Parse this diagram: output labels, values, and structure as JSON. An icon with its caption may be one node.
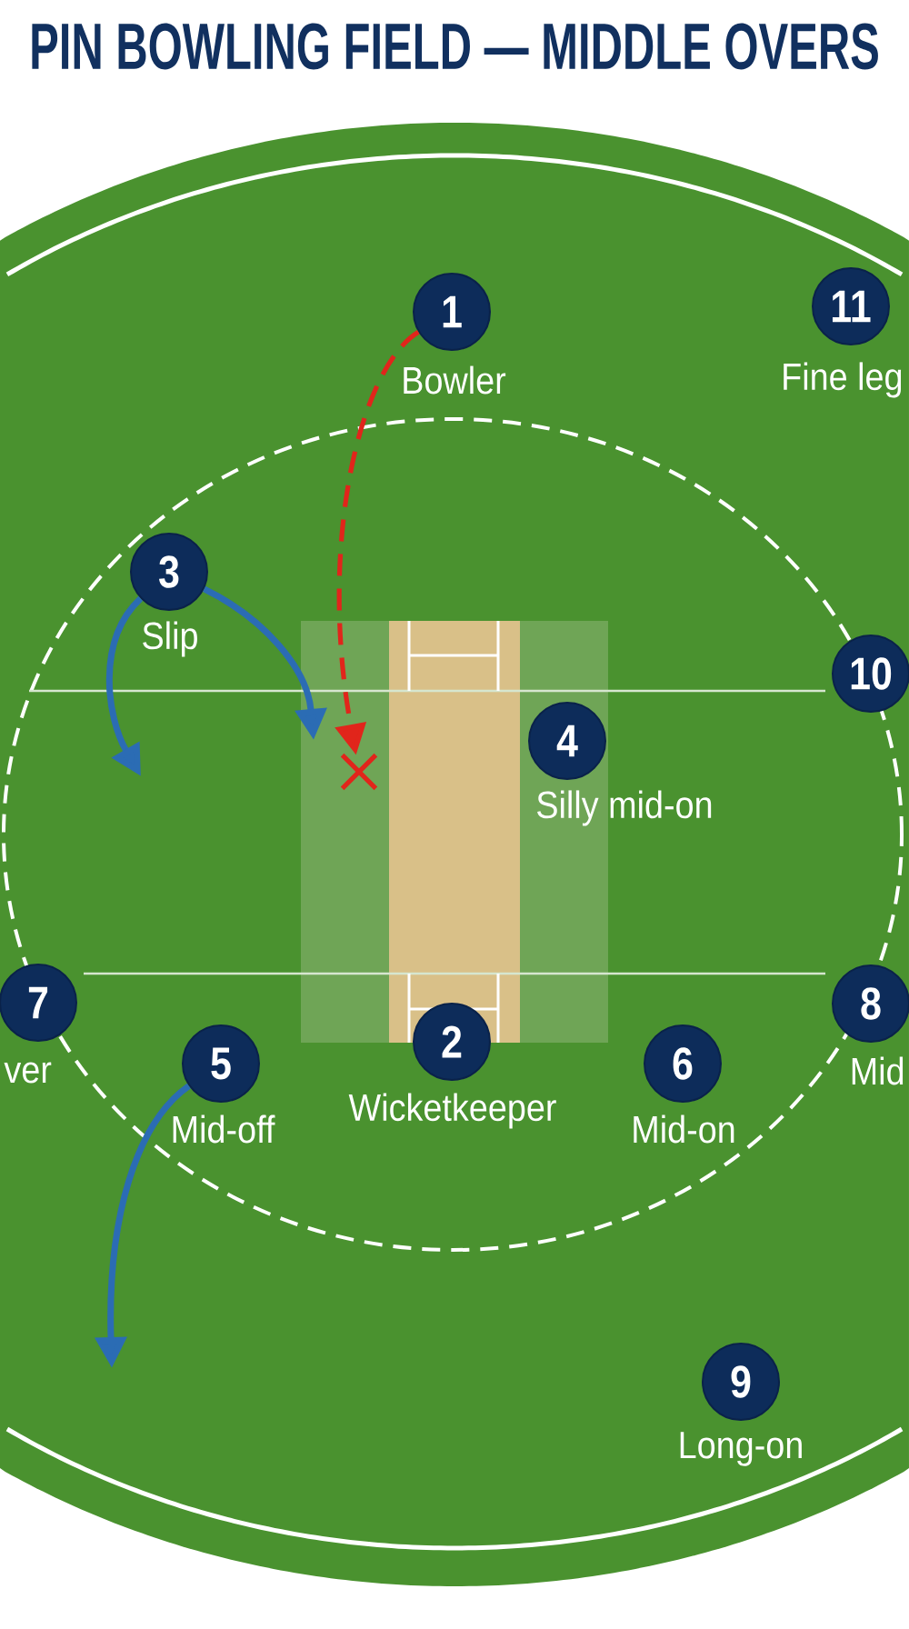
{
  "diagram": {
    "title": "PIN BOWLING FIELD — MIDDLE OVERS",
    "nodes": [
      {
        "text": [
          "1"
        ],
        "beside": [
          "Bowler"
        ]
      },
      {
        "text": [
          "11"
        ],
        "beside": [
          "Fine leg"
        ]
      },
      {
        "text": [
          "3"
        ],
        "beside": [
          "Slip"
        ]
      },
      {
        "text": [
          "10"
        ]
      },
      {
        "text": [
          "4"
        ],
        "beside": [
          "Silly mid-on"
        ]
      },
      {
        "text": [],
        "shape": "cross"
      },
      {
        "text": [
          "7"
        ],
        "beside": [
          "ver"
        ]
      },
      {
        "text": [
          "8"
        ],
        "beside": [
          "Mid"
        ]
      },
      {
        "text": [
          "2"
        ],
        "beside": [
          "Wicketkeeper"
        ]
      },
      {
        "text": [
          "5"
        ],
        "beside": [
          "Mid-off"
        ]
      },
      {
        "text": [
          "6"
        ],
        "beside": [
          "Mid-on"
        ]
      },
      {
        "text": [
          "9"
        ],
        "beside": [
          "Long-on"
        ]
      }
    ],
    "edges": [
      {
        "from": 0,
        "to": 5,
        "arrow": "to",
        "style": "dashed",
        "color": "#e1251b"
      },
      {
        "from": 2,
        "to": null,
        "arrow": "to"
      },
      {
        "from": 2,
        "to": null,
        "arrow": "to"
      },
      {
        "from": 9,
        "to": null,
        "arrow": "to"
      }
    ]
  }
}
